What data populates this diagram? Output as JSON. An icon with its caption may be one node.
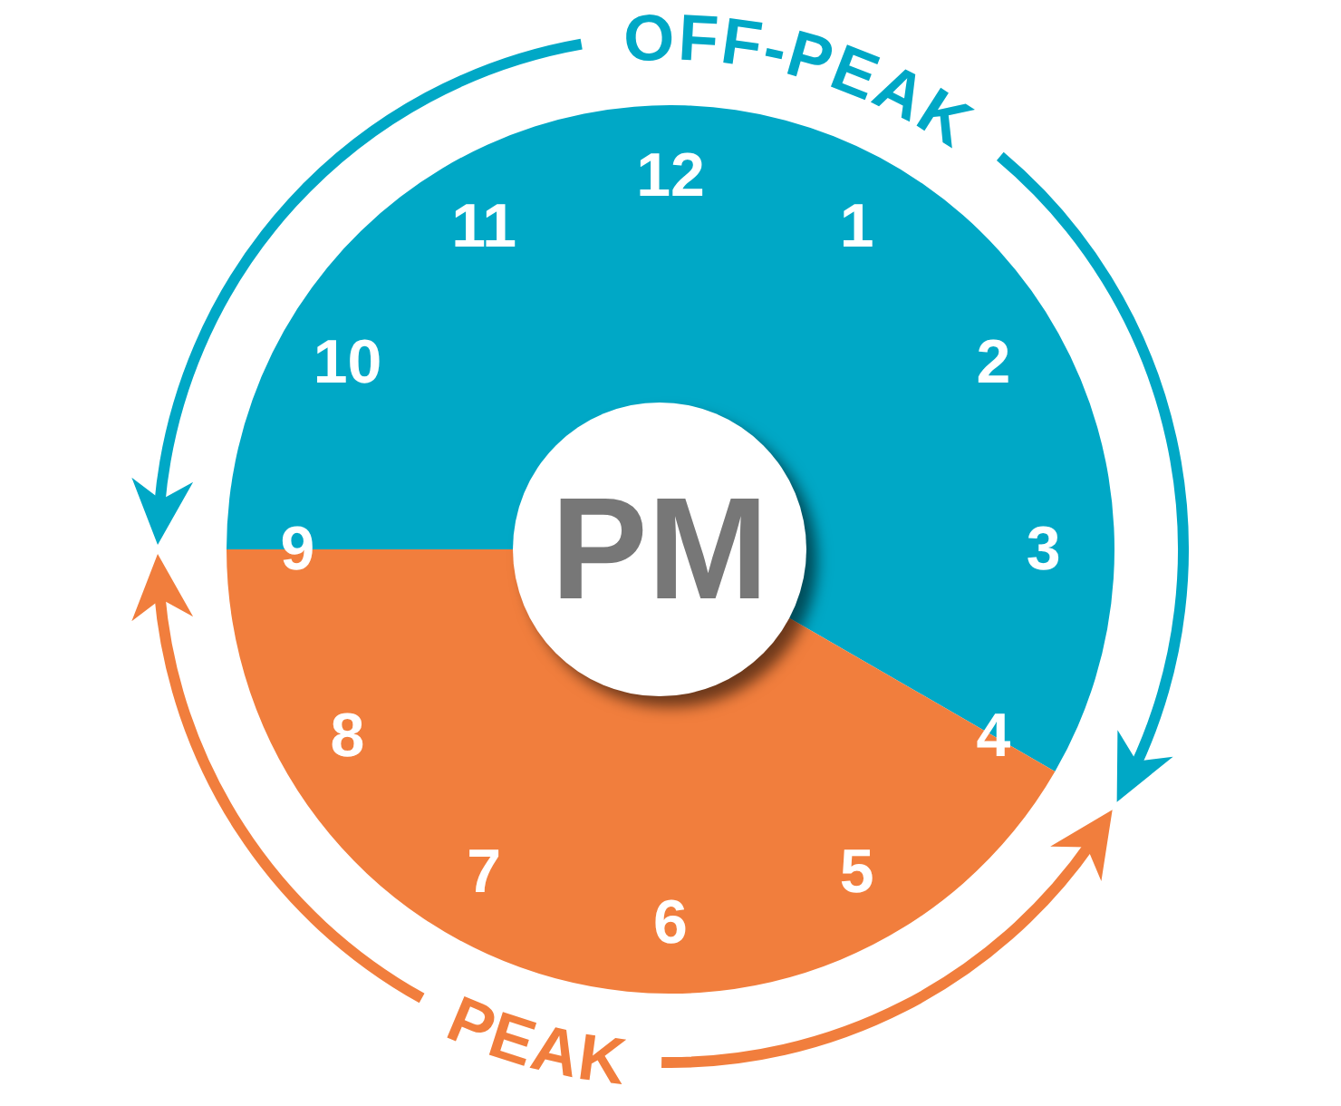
{
  "diagram": {
    "nodes": [
      {
        "text": [
          "12",
          "1",
          "2",
          "3",
          "4",
          "5",
          "6",
          "7",
          "8",
          "9",
          "10",
          "11"
        ]
      },
      {
        "text": [
          "PM"
        ],
        "in": 0
      }
    ],
    "labels": [
      "OFF-PEAK",
      "PEAK"
    ]
  }
}
